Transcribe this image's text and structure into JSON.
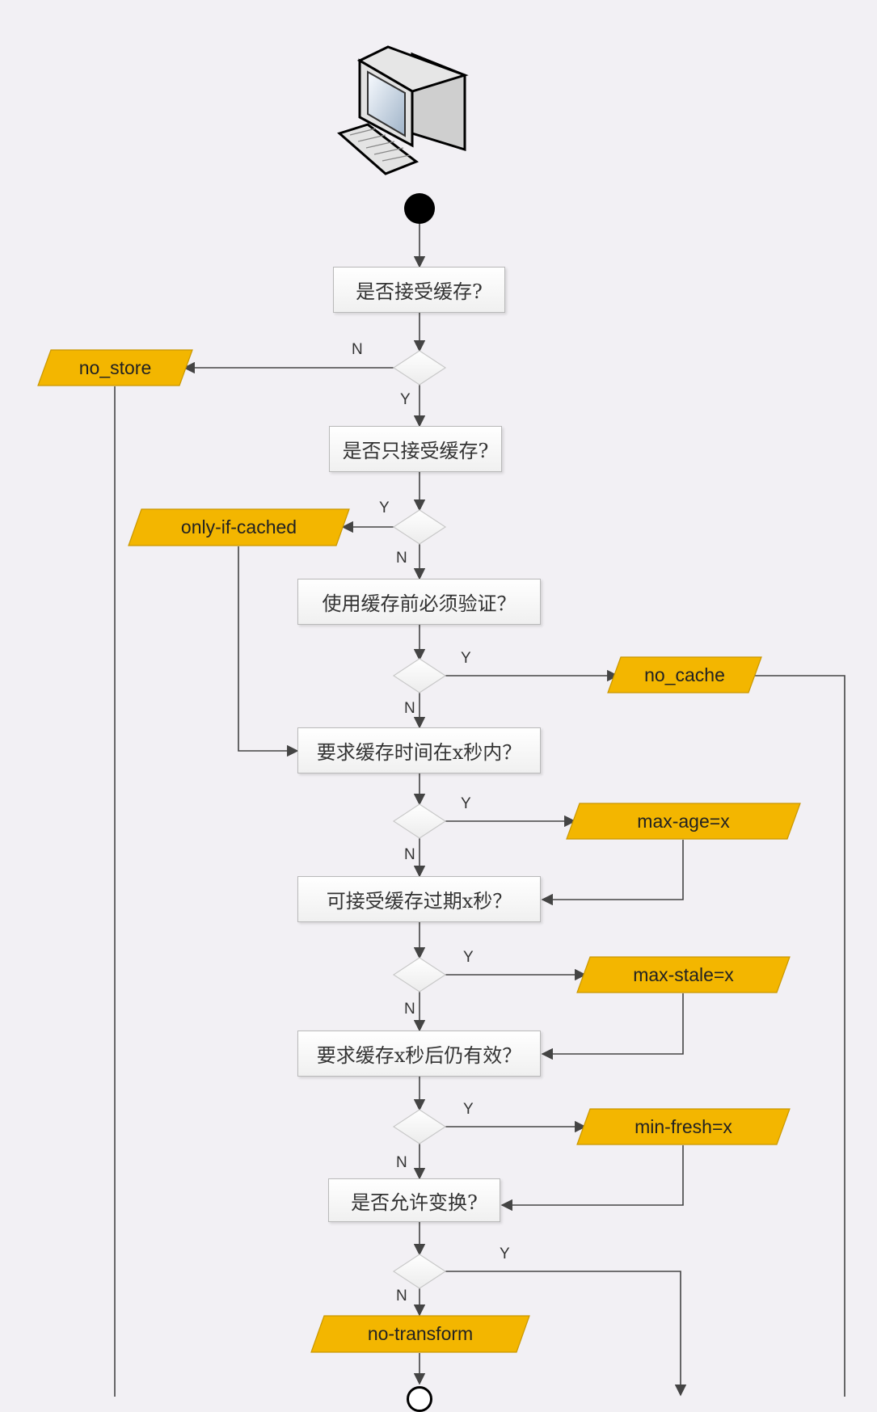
{
  "questions": {
    "accept_cache": "是否接受缓存?",
    "only_cache": "是否只接受缓存?",
    "validate": "使用缓存前必须验证？",
    "within_seconds": "要求缓存时间在x秒内？",
    "accept_stale": "可接受缓存过期x秒？",
    "still_valid": "要求缓存x秒后仍有效？",
    "allow_transform": "是否允许变换?"
  },
  "directives": {
    "no_store": "no_store",
    "only_if_cached": "only-if-cached",
    "no_cache": "no_cache",
    "max_age": "max-age=x",
    "max_stale": "max-stale=x",
    "min_fresh": "min-fresh=x",
    "no_transform": "no-transform"
  },
  "edge_labels": {
    "d1_no": "N",
    "d1_yes": "Y",
    "d2_yes": "Y",
    "d2_no": "N",
    "d3_yes": "Y",
    "d3_no": "N",
    "d4_yes": "Y",
    "d4_no": "N",
    "d5_yes": "Y",
    "d5_no": "N",
    "d6_yes": "Y",
    "d6_no": "N",
    "d7_yes": "Y",
    "d7_no": "N"
  },
  "colors": {
    "directive_fill": "#f3b600",
    "directive_stroke": "#c99700",
    "line": "#444444",
    "background": "#f2f0f4"
  },
  "icons": {
    "client": "desktop-computer-icon"
  }
}
